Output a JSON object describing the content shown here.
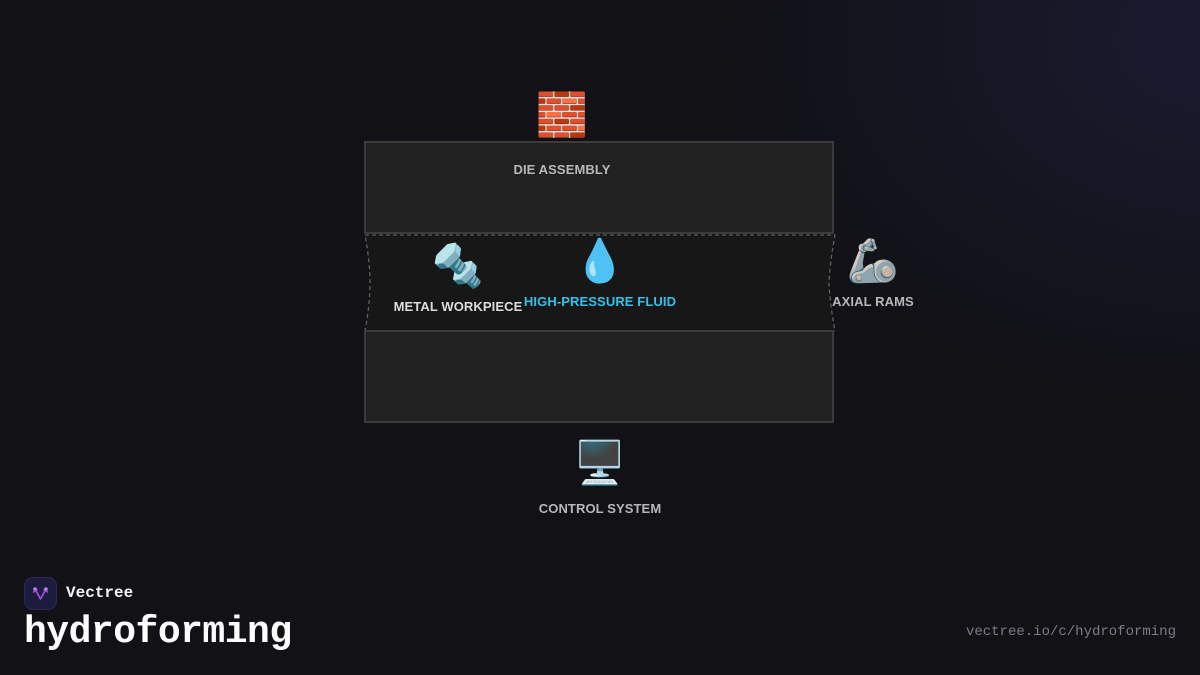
{
  "diagram": {
    "die_assembly": {
      "label": "DIE ASSEMBLY",
      "icon": "brick-icon",
      "glyph": "🧱"
    },
    "metal_workpiece": {
      "label": "METAL WORKPIECE",
      "icon": "nut-and-bolt-icon",
      "glyph": "🔩"
    },
    "fluid": {
      "label": "HIGH-PRESSURE FLUID",
      "icon": "droplet-icon",
      "glyph": "💧",
      "color": "#2fc3ea"
    },
    "axial_rams": {
      "label": "AXIAL RAMS",
      "icon": "mechanical-arm-icon",
      "glyph": "🦾"
    },
    "control_system": {
      "label": "CONTROL SYSTEM",
      "icon": "desktop-computer-icon",
      "glyph": "🖥️"
    }
  },
  "footer": {
    "brand_name": "Vectree",
    "brand_icon": "vectree-logo-icon",
    "title": "hydroforming",
    "url": "vectree.io/c/hydroforming"
  },
  "colors": {
    "background": "#111116",
    "die_fill": "#212121",
    "die_border": "#3b3b3b",
    "label": "#b8b8b8",
    "accent": "#2fc3ea",
    "logo_accent": "#9b4fd6"
  }
}
